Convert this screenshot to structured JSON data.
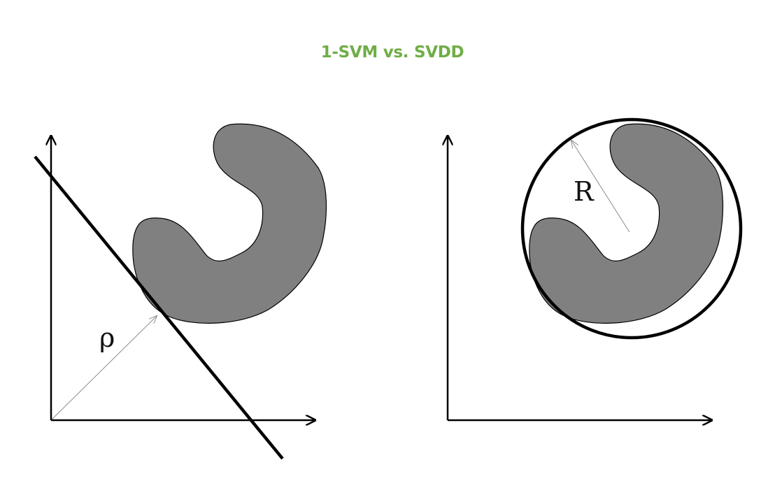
{
  "title": "1-SVM vs. SVDD",
  "colors": {
    "title": "#70ad47",
    "blob_fill": "#808080",
    "stroke": "#000000",
    "thin_arrow": "#8c8c8c"
  },
  "left_panel": {
    "distance_label": "ρ"
  },
  "right_panel": {
    "radius_label": "R"
  }
}
